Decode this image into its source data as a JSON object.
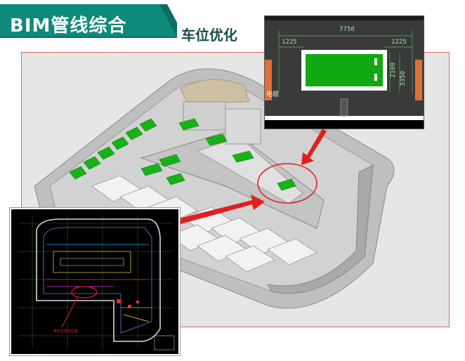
{
  "header": {
    "title": "BIM管线综合",
    "subtitle": "车位优化"
  },
  "inset_dimensions": {
    "total_width": "7750",
    "left_gap": "1225",
    "right_gap": "1225",
    "height_a": "2100",
    "height_b": "3350",
    "room_label": "电缆"
  },
  "cad_labels": {
    "highlight_note": "停车位优化区域"
  },
  "colors": {
    "title_bg": "#0e8a7c",
    "title_dark": "#0b6e63",
    "accent_red": "#e02020",
    "parking_green": "#16b316"
  }
}
